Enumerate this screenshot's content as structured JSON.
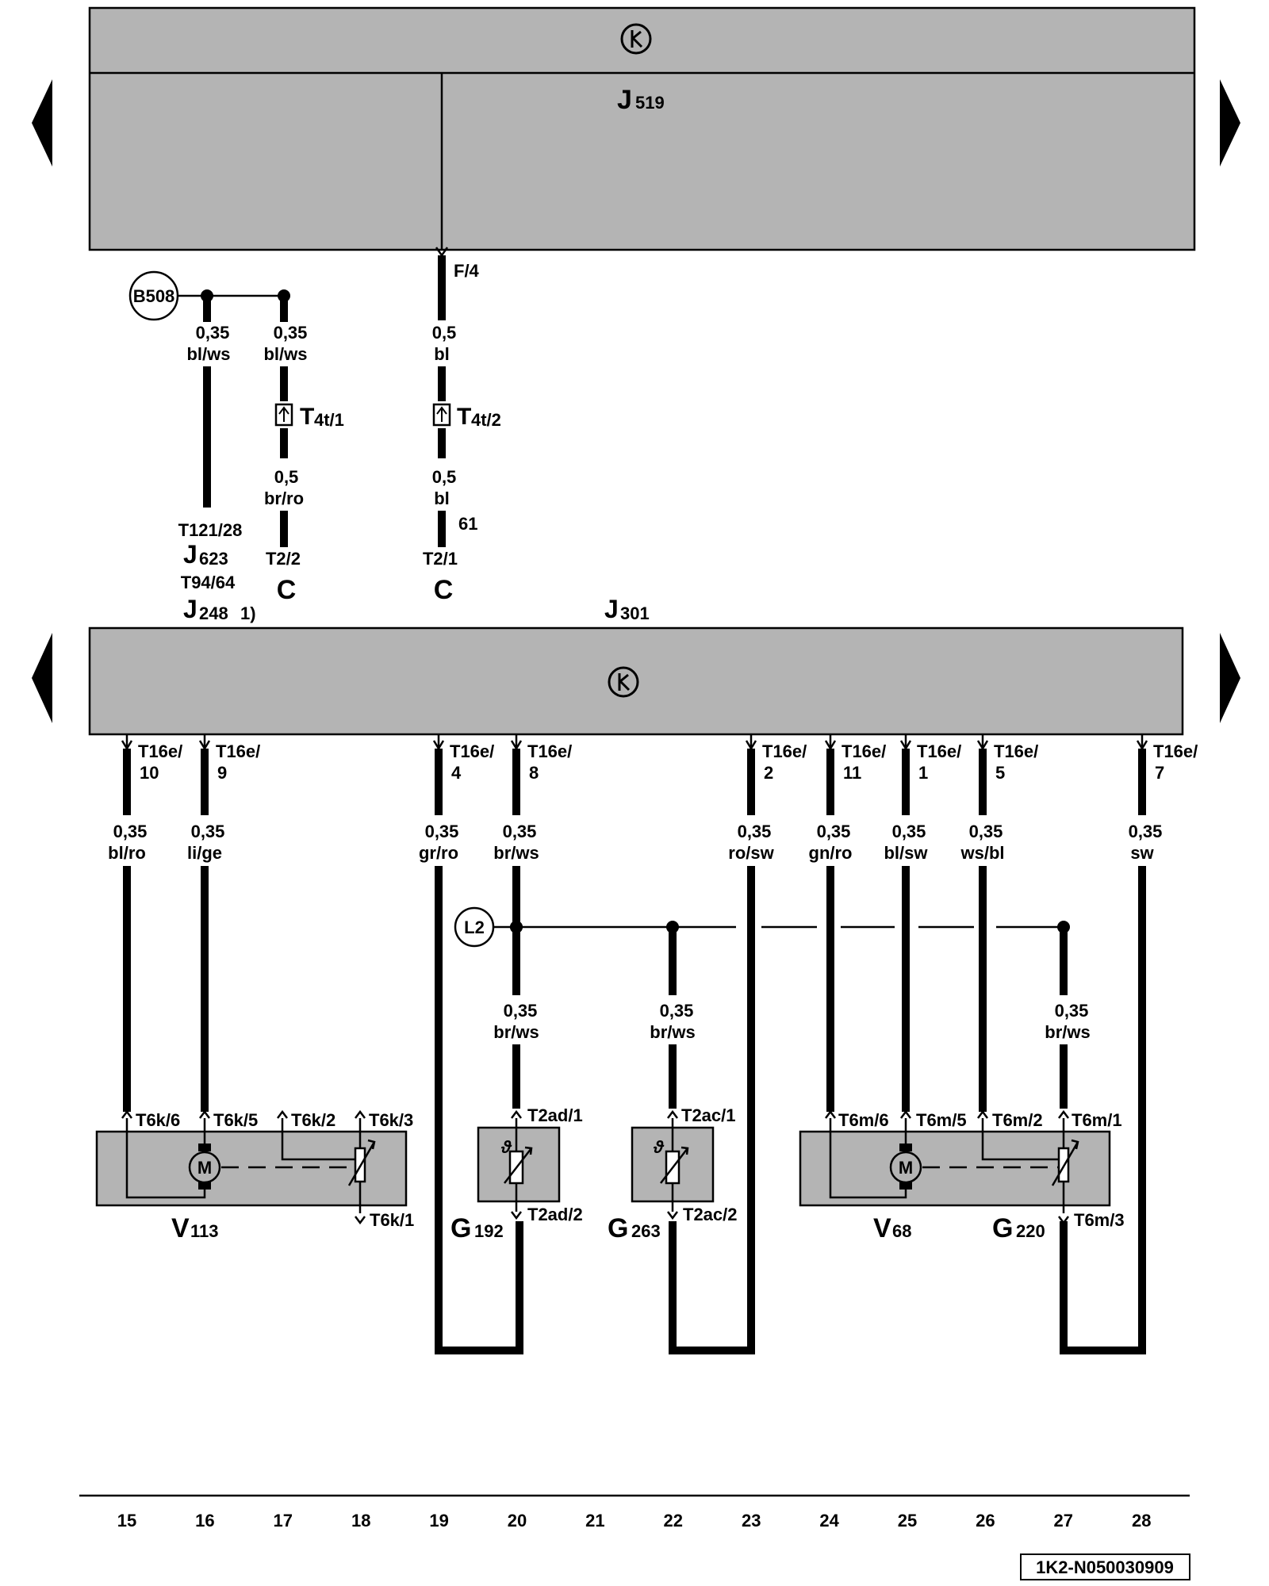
{
  "modules": {
    "top": {
      "name": "J",
      "sub": "519"
    },
    "middle": {
      "name": "J",
      "sub": "301"
    }
  },
  "connector_top": "F/4",
  "left_refs": {
    "ref1": "T121/28",
    "j623": {
      "name": "J",
      "sub": "623"
    },
    "ref2": "T94/64",
    "j248": {
      "name": "J",
      "sub": "248"
    },
    "footnote": "1)"
  },
  "c_blocks": [
    {
      "pin": "T2/2",
      "name": "C"
    },
    {
      "pin": "T2/1",
      "name": "C"
    }
  ],
  "fuses": [
    {
      "name": "T",
      "sub": "4t/1"
    },
    {
      "name": "T",
      "sub": "4t/2"
    }
  ],
  "junctions": {
    "b508": "B508",
    "l2": "L2"
  },
  "wire_labels": {
    "b508_left": [
      "0,35",
      "bl/ws"
    ],
    "b508_right": [
      "0,35",
      "bl/ws"
    ],
    "f4": [
      "0,5",
      "bl"
    ],
    "t4t1_below": [
      "0,5",
      "br/ro"
    ],
    "t4t2_below": [
      "0,5",
      "bl"
    ],
    "mark_61": "61"
  },
  "j301_pins": [
    {
      "a": "T16e/",
      "b": "10",
      "size": "0,35",
      "color": "bl/ro"
    },
    {
      "a": "T16e/",
      "b": "9",
      "size": "0,35",
      "color": "li/ge"
    },
    {
      "a": "T16e/",
      "b": "4",
      "size": "0,35",
      "color": "gr/ro"
    },
    {
      "a": "T16e/",
      "b": "8",
      "size": "0,35",
      "color": "br/ws"
    },
    {
      "a": "T16e/",
      "b": "2",
      "size": "0,35",
      "color": "ro/sw"
    },
    {
      "a": "T16e/",
      "b": "11",
      "size": "0,35",
      "color": "gn/ro"
    },
    {
      "a": "T16e/",
      "b": "1",
      "size": "0,35",
      "color": "bl/sw"
    },
    {
      "a": "T16e/",
      "b": "5",
      "size": "0,35",
      "color": "ws/bl"
    },
    {
      "a": "T16e/",
      "b": "7",
      "size": "0,35",
      "color": "sw"
    }
  ],
  "l2_branch_labels": [
    [
      "0,35",
      "br/ws"
    ],
    [
      "0,35",
      "br/ws"
    ],
    [
      "0,35",
      "br/ws"
    ]
  ],
  "components": {
    "v113": {
      "name": "V",
      "sub": "113",
      "pins": [
        "T6k/6",
        "T6k/5",
        "T6k/2",
        "T6k/3",
        "T6k/1"
      ],
      "motor": "M"
    },
    "g192": {
      "name": "G",
      "sub": "192",
      "pins": [
        "T2ad/1",
        "T2ad/2"
      ]
    },
    "g263": {
      "name": "G",
      "sub": "263",
      "pins": [
        "T2ac/1",
        "T2ac/2"
      ]
    },
    "v68": {
      "name": "V",
      "sub": "68",
      "pins": [
        "T6m/6",
        "T6m/5",
        "T6m/2",
        "T6m/1"
      ],
      "motor": "M"
    },
    "g220": {
      "name": "G",
      "sub": "220",
      "pins": [
        "T6m/3"
      ]
    }
  },
  "ruler": [
    "15",
    "16",
    "17",
    "18",
    "19",
    "20",
    "21",
    "22",
    "23",
    "24",
    "25",
    "26",
    "27",
    "28"
  ],
  "doc_ref": "1K2-N050030909"
}
